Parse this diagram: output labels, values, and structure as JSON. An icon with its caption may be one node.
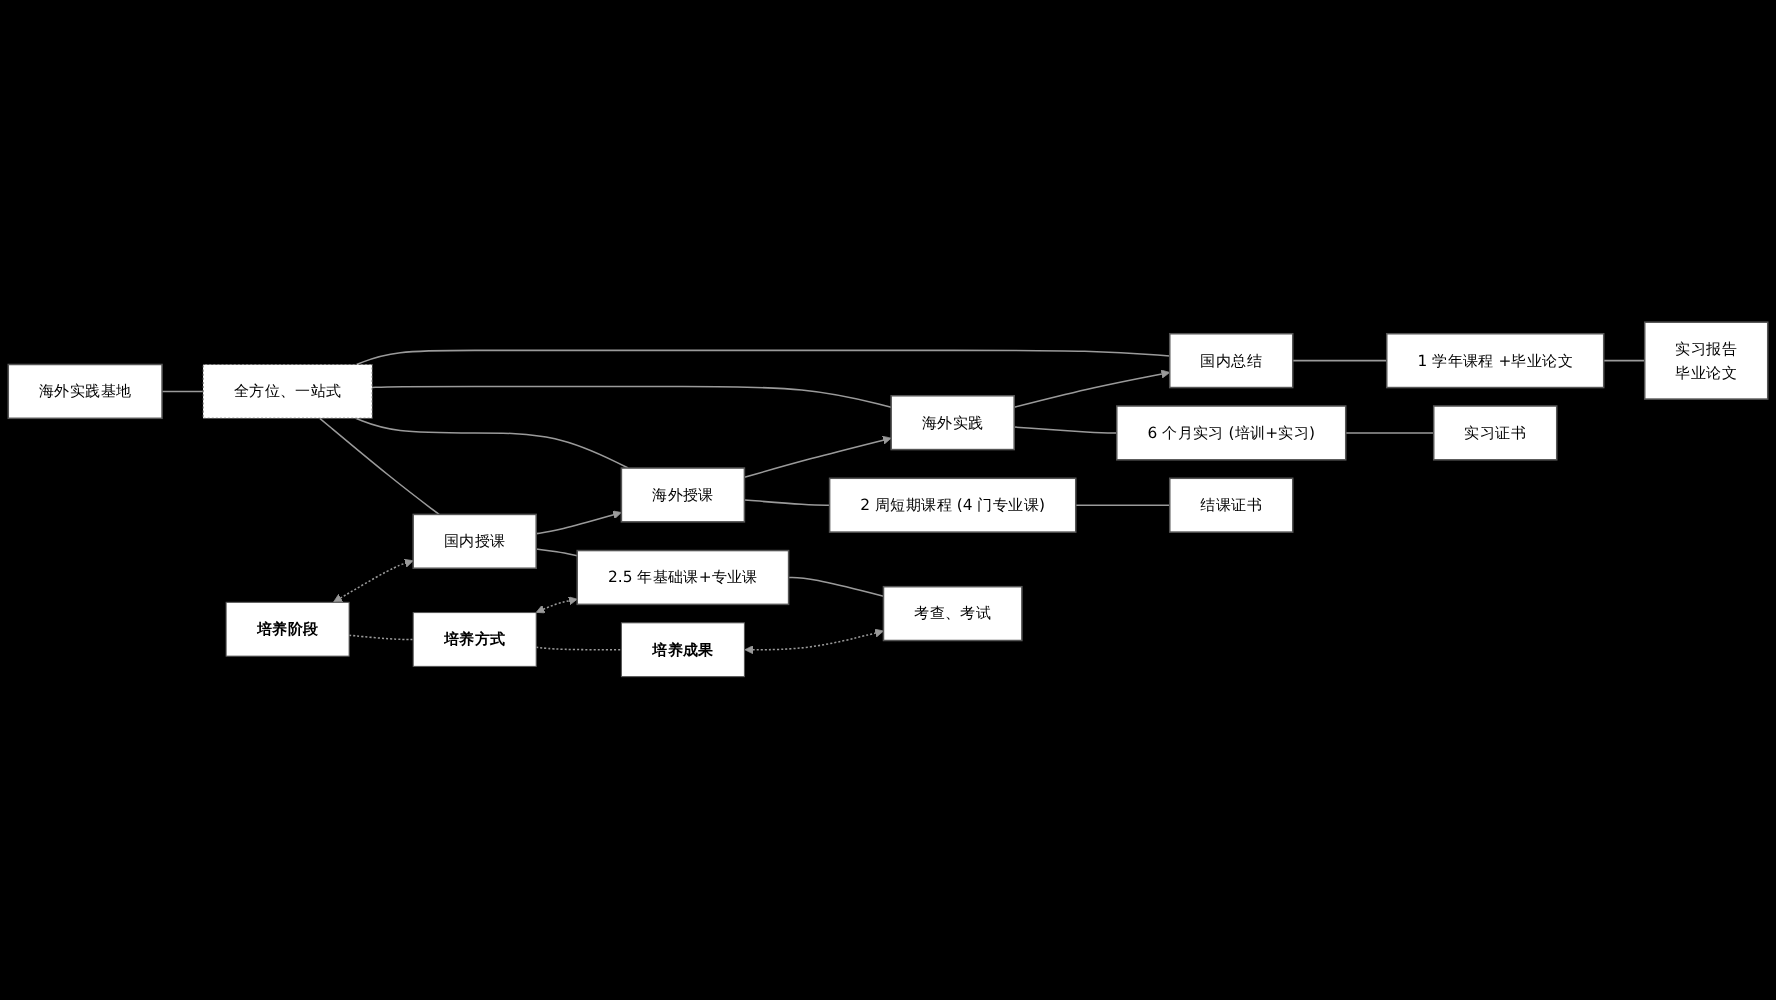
{
  "diagram": {
    "nodes": [
      {
        "text": [
          "海外实践基地"
        ]
      },
      {
        "text": [
          "全方位、一站式"
        ]
      },
      {
        "text": [
          "培养阶段"
        ]
      },
      {
        "text": [
          "培养方式"
        ]
      },
      {
        "text": [
          "培养成果"
        ]
      },
      {
        "text": [
          "国内授课"
        ]
      },
      {
        "text": [
          "2.5 年基础课+专业课"
        ]
      },
      {
        "text": [
          "考查、考试"
        ]
      },
      {
        "text": [
          "海外授课"
        ]
      },
      {
        "text": [
          "2 周短期课程 (4 门专业课)"
        ]
      },
      {
        "text": [
          "结课证书"
        ]
      },
      {
        "text": [
          "海外实践"
        ]
      },
      {
        "text": [
          "6 个月实习 (培训+实习)"
        ]
      },
      {
        "text": [
          "实习证书"
        ]
      },
      {
        "text": [
          "国内总结"
        ]
      },
      {
        "text": [
          "1 学年课程 +毕业论文"
        ]
      },
      {
        "text": [
          "实习报告",
          "毕业论文"
        ]
      }
    ],
    "edges": [
      {
        "from": 0,
        "to": 1,
        "arrow": "none"
      },
      {
        "from": 1,
        "to": 5,
        "arrow": "none"
      },
      {
        "from": 1,
        "to": 8,
        "arrow": "none"
      },
      {
        "from": 1,
        "to": 11,
        "arrow": "none"
      },
      {
        "from": 1,
        "to": 14,
        "arrow": "none"
      },
      {
        "from": 2,
        "to": 3,
        "arrow": "none",
        "style": "dashed"
      },
      {
        "from": 3,
        "to": 4,
        "arrow": "none",
        "style": "dashed"
      },
      {
        "from": 2,
        "to": 5,
        "arrow": "both",
        "style": "dashed"
      },
      {
        "from": 3,
        "to": 6,
        "arrow": "both",
        "style": "dashed"
      },
      {
        "from": 4,
        "to": 7,
        "arrow": "both",
        "style": "dashed"
      },
      {
        "from": 5,
        "to": 6,
        "arrow": "none"
      },
      {
        "from": 6,
        "to": 7,
        "arrow": "none"
      },
      {
        "from": 5,
        "to": 8,
        "arrow": "to"
      },
      {
        "from": 8,
        "to": 9,
        "arrow": "none"
      },
      {
        "from": 9,
        "to": 10,
        "arrow": "none"
      },
      {
        "from": 8,
        "to": 11,
        "arrow": "to"
      },
      {
        "from": 11,
        "to": 12,
        "arrow": "none"
      },
      {
        "from": 12,
        "to": 13,
        "arrow": "none"
      },
      {
        "from": 11,
        "to": 14,
        "arrow": "to"
      },
      {
        "from": 14,
        "to": 15,
        "arrow": "none"
      },
      {
        "from": 15,
        "to": 16,
        "arrow": "none"
      }
    ]
  }
}
